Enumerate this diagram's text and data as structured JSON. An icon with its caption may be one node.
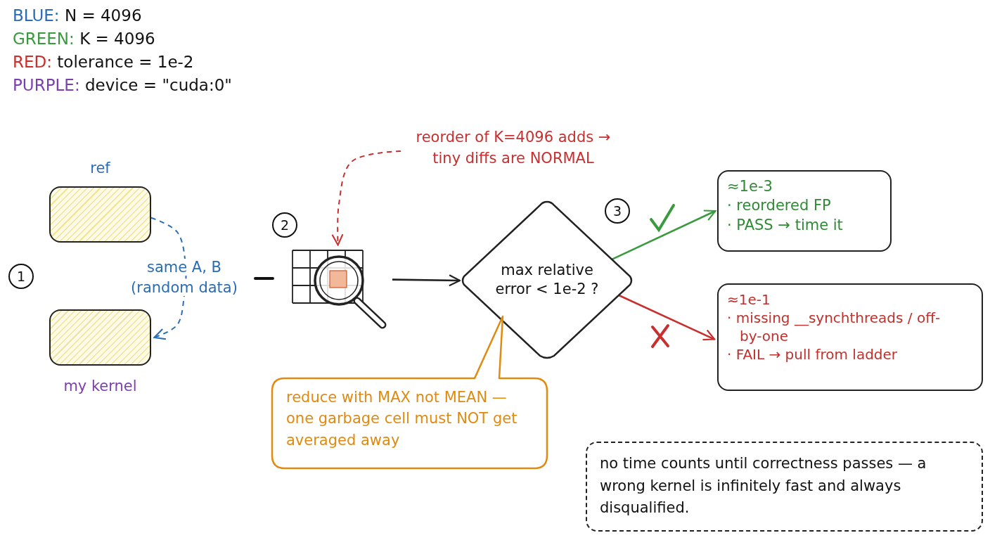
{
  "diagram": {
    "nodes": [
      {
        "text": [],
        "shape": "box",
        "beside": [
          "ref"
        ]
      },
      {
        "text": [],
        "shape": "box",
        "beside": [
          "my kernel"
        ]
      },
      {
        "text": [],
        "shape": "picture"
      },
      {
        "text": [
          "max relative error < 1e-2 ?"
        ]
      },
      {
        "text": [
          "≈1e-3",
          "· reordered FP",
          "· PASS → time it"
        ]
      },
      {
        "text": [
          "≈1e-1",
          "· missing __synchthreads / off-by-one",
          "· FAIL → pull from ladder"
        ]
      },
      {
        "text": [
          "reduce with MAX not MEAN — one garbage cell must NOT get averaged away"
        ]
      },
      {
        "text": [
          "reorder of K=4096 adds → tiny diffs are NORMAL"
        ]
      },
      {
        "text": [
          "no time counts until correctness passes — a wrong kernel is infinitely fast and always disqualified."
        ]
      },
      {
        "text": [
          "1"
        ]
      },
      {
        "text": [
          "2"
        ]
      },
      {
        "text": [
          "3"
        ]
      }
    ],
    "edges": [
      {
        "from": 0,
        "to": 1,
        "arrow": "to",
        "style": "dashed",
        "color": "#2a6db5",
        "label": "same A, B (random data)"
      },
      {
        "from": 2,
        "to": 3,
        "arrow": "to",
        "color": "#222222"
      },
      {
        "from": 3,
        "to": 4,
        "arrow": "to",
        "color": "#3a9a3e"
      },
      {
        "from": 3,
        "to": 5,
        "arrow": "to",
        "color": "#c8302f"
      },
      {
        "from": 7,
        "to": 2,
        "arrow": "to",
        "style": "dashed",
        "color": "#c8302f"
      }
    ],
    "legend": [
      {
        "text": "BLUE: N = 4096",
        "color": "#2a6db5"
      },
      {
        "text": "GREEN: K = 4096",
        "color": "#3a9a3e"
      },
      {
        "text": "RED: tolerance = 1e-2",
        "color": "#c8302f"
      },
      {
        "text": "PURPLE: device = \"cuda:0\"",
        "color": "#7b3fb0"
      }
    ]
  }
}
